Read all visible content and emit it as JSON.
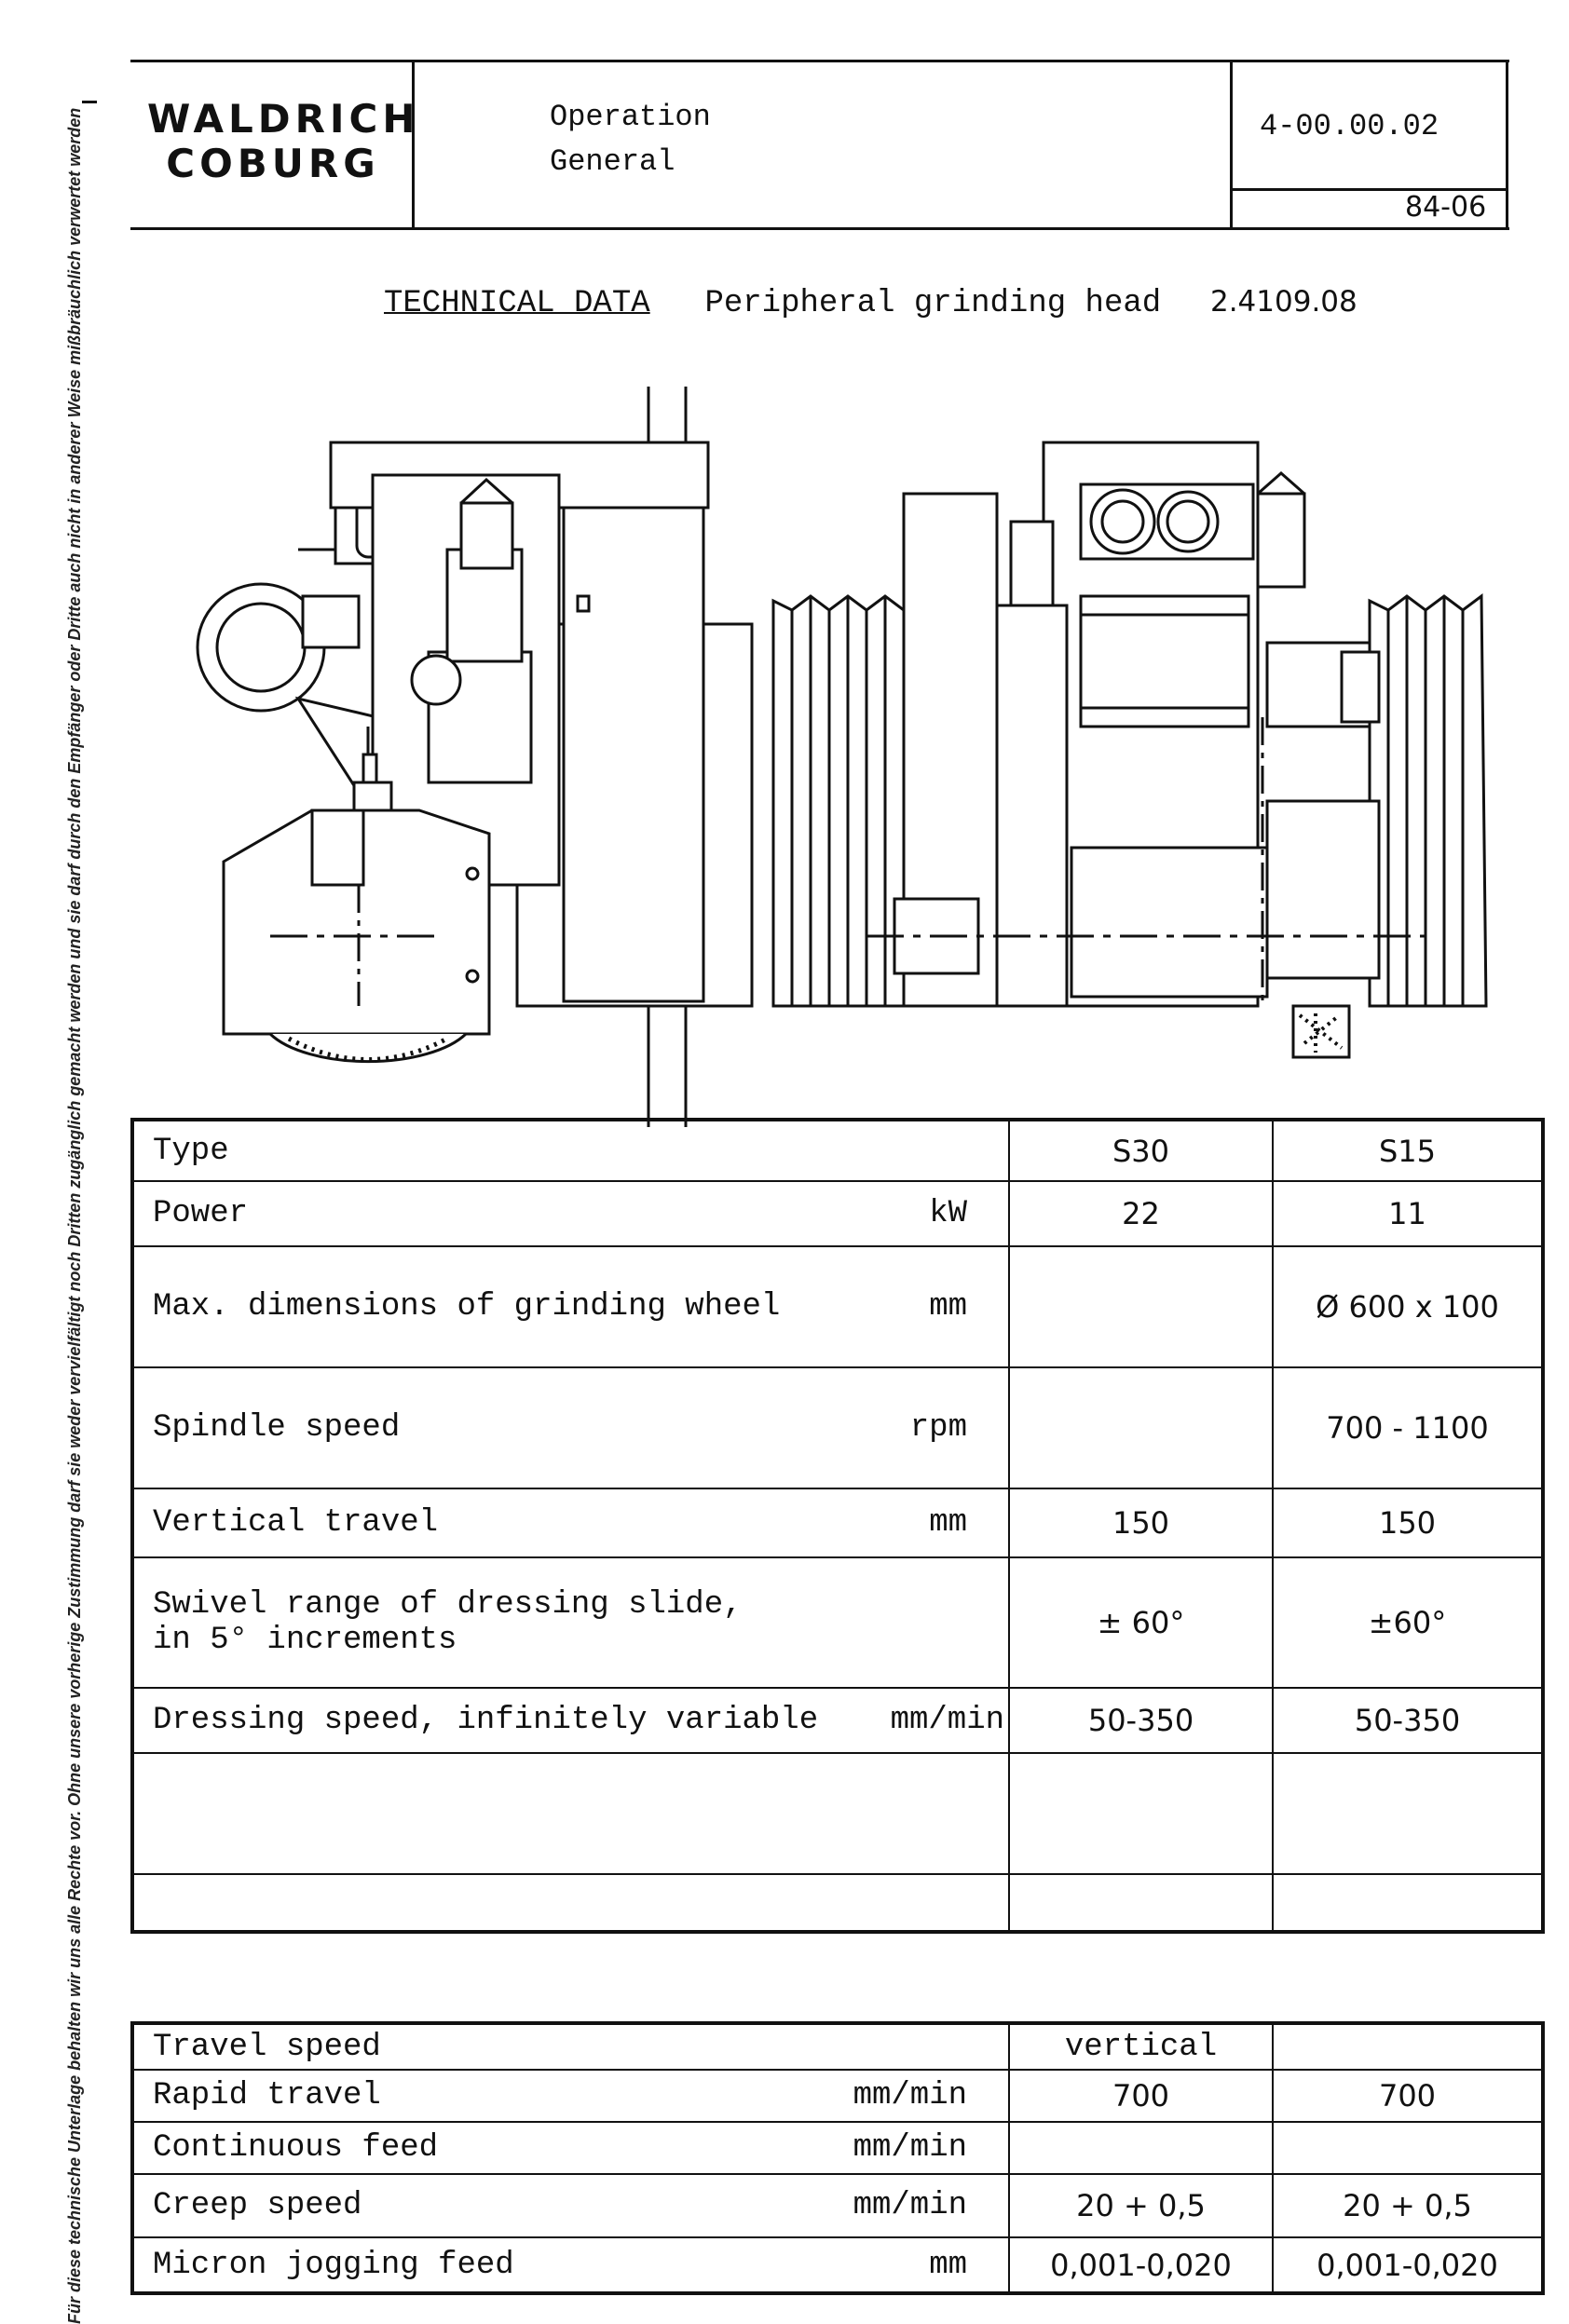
{
  "side_note": "Für diese technische Unterlage behalten wir uns alle Rechte vor. Ohne unsere vorherige Zustimmung darf sie weder vervielfältigt noch Dritten zugänglich gemacht werden und sie darf durch den Empfänger oder Dritte auch nicht in anderer Weise mißbräuchlich verwertet werden",
  "header": {
    "logo_line1": "WALDRICH",
    "logo_line2": "COBURG",
    "section_line1": "Operation",
    "section_line2": "General",
    "doc_number": "4-00.00.02",
    "date_code": "84-06"
  },
  "title": {
    "label": "TECHNICAL DATA",
    "subject": "Peripheral grinding head",
    "number": "2.4109.08"
  },
  "table1": {
    "header": {
      "label": "Type",
      "col1": "S30",
      "col2": "S15"
    },
    "rows": [
      {
        "label": "Power",
        "unit": "kW",
        "col1": "22",
        "col2": "11"
      },
      {
        "label": "Max. dimensions of grinding wheel",
        "unit": "mm",
        "col1": "",
        "col2": "Ø 600 x 100"
      },
      {
        "label": "Spindle speed",
        "unit": "rpm",
        "col1": "",
        "col2": "700 - 1100"
      },
      {
        "label": "Vertical travel",
        "unit": "mm",
        "col1": "150",
        "col2": "150"
      },
      {
        "label_line1": "Swivel range of dressing slide,",
        "label_line2": "in 5° increments",
        "unit": "",
        "col1": "± 60°",
        "col2": "±60°"
      },
      {
        "label": "Dressing speed, infinitely variable",
        "unit": "mm/min",
        "col1": "50-350",
        "col2": "50-350"
      }
    ]
  },
  "table2": {
    "header": {
      "label": "Travel speed",
      "col1": "vertical",
      "col2": ""
    },
    "rows": [
      {
        "label": "Rapid travel",
        "unit": "mm/min",
        "col1": "700",
        "col2": "700"
      },
      {
        "label": "Continuous feed",
        "unit": "mm/min",
        "col1": "",
        "col2": ""
      },
      {
        "label": "Creep speed",
        "unit": "mm/min",
        "col1": "20 + 0,5",
        "col2": "20 + 0,5"
      },
      {
        "label": "Micron jogging feed",
        "unit": "mm",
        "col1": "0,001-0,020",
        "col2": "0,001-0,020"
      }
    ]
  }
}
